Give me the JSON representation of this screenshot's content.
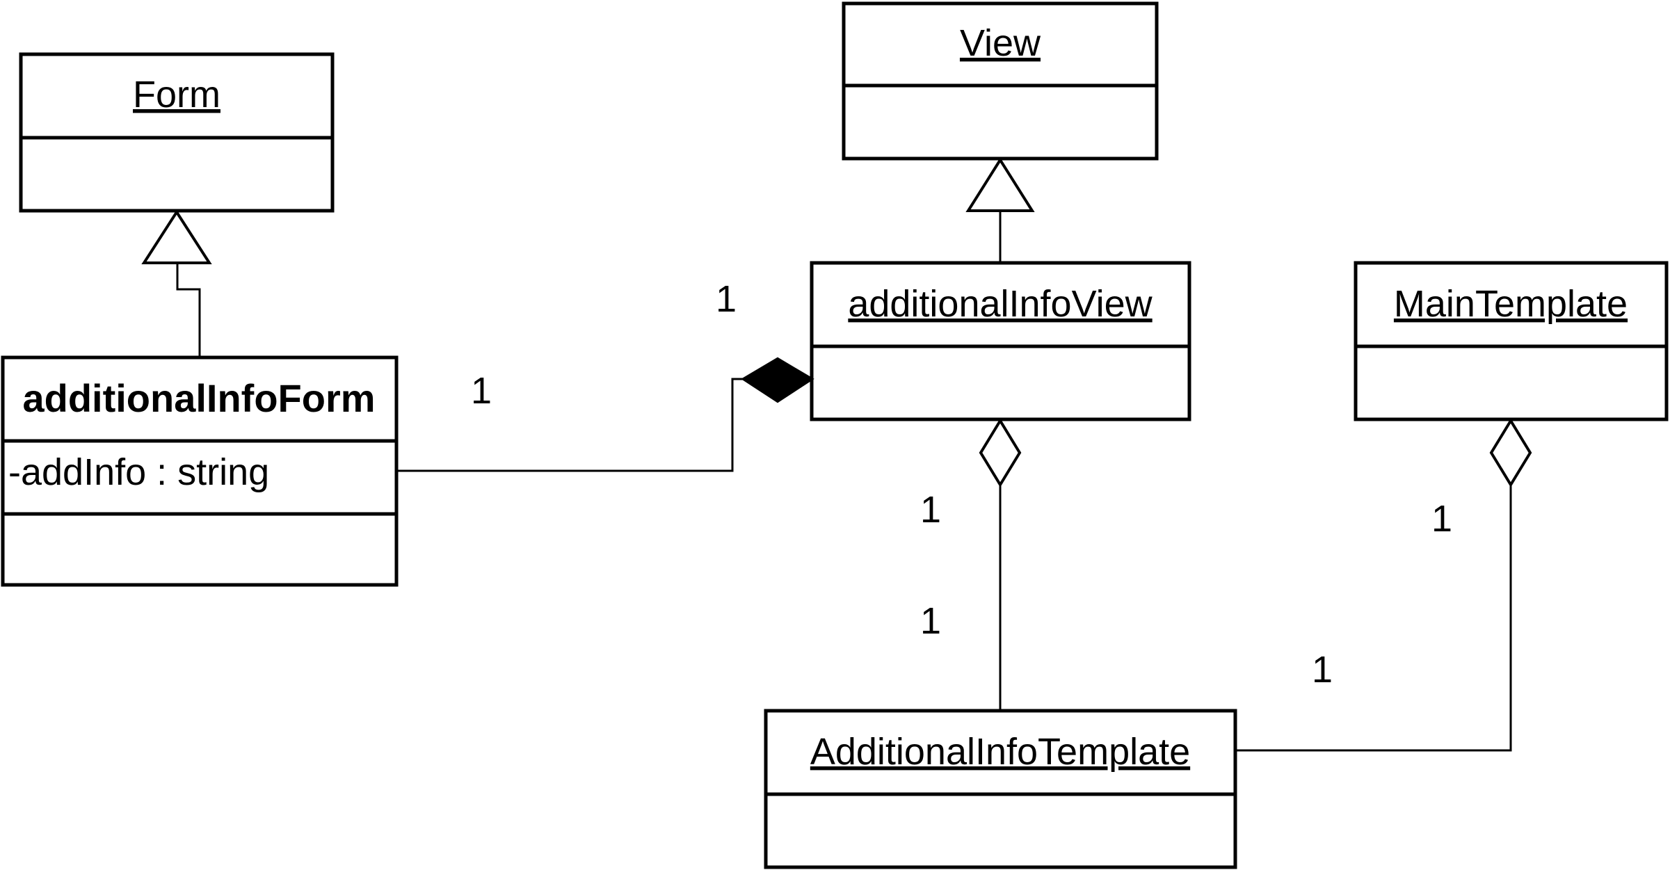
{
  "classes": {
    "form": {
      "name": "Form"
    },
    "view": {
      "name": "View"
    },
    "additional_info_form": {
      "name": "additionalInfoForm",
      "attributes": [
        "-addInfo : string"
      ]
    },
    "additional_info_view": {
      "name": "additionalInfoView"
    },
    "main_template": {
      "name": "MainTemplate"
    },
    "additional_info_template": {
      "name": "AdditionalInfoTemplate"
    }
  },
  "multiplicities": {
    "form_composition_end": "1",
    "view_composition_end": "1",
    "view_aggregation_end": "1",
    "template_from_view_end": "1",
    "main_aggregation_end": "1",
    "template_to_main_end": "1"
  }
}
